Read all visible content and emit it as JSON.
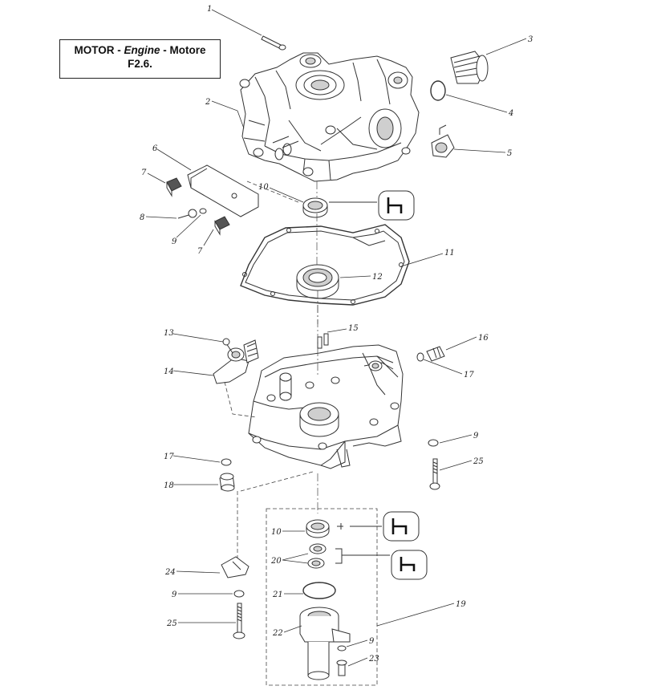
{
  "title": {
    "part1": "MOTOR - ",
    "part2": "Engine",
    "part3": " - Motore",
    "code": "F2.6."
  },
  "callouts": {
    "c1": "1",
    "c2": "2",
    "c3": "3",
    "c4": "4",
    "c5": "5",
    "c6": "6",
    "c7a": "7",
    "c7b": "7",
    "c8": "8",
    "c9a": "9",
    "c10a": "10",
    "c11": "11",
    "c12": "12",
    "c13": "13",
    "c14": "14",
    "c15": "15",
    "c16": "16",
    "c17a": "17",
    "c17b": "17",
    "c9b": "9",
    "c25a": "25",
    "c18": "18",
    "c10b": "10",
    "c20": "20",
    "c24": "24",
    "c9c": "9",
    "c21": "21",
    "c25b": "25",
    "c22": "22",
    "c19": "19",
    "c9d": "9",
    "c23": "23"
  }
}
